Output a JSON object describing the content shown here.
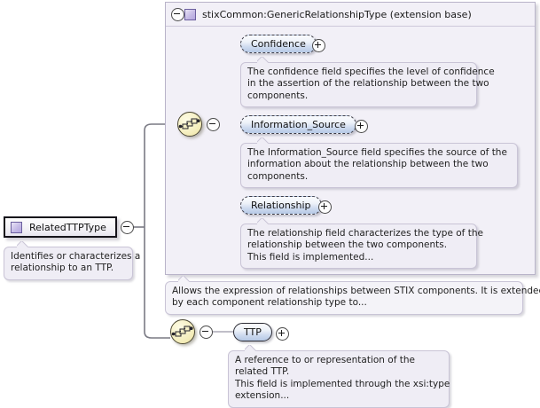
{
  "diagram": {
    "kind": "xsd-schema-diagram",
    "background_color": "#ffffff",
    "accent_color": "#b6c9e6",
    "container_color": "#f2f0f7",
    "doc_bubble_color": "#efedf5"
  },
  "root_type": {
    "name": "RelatedTTPType",
    "icon": "complex-type-square",
    "toggle": "minus",
    "documentation": {
      "lines": [
        "Identifies or characterizes a",
        "relationship to an TTP."
      ]
    }
  },
  "extension_base": {
    "title": "stixCommon:GenericRelationshipType (extension base)",
    "icon": "complex-type-square",
    "toggle": "minus",
    "compositor": "sequence",
    "compositor_toggle": "minus",
    "elements": [
      {
        "name": "Confidence",
        "occurrence": "optional",
        "toggle": "plus",
        "documentation": {
          "lines": [
            "The confidence field specifies the level of confidence",
            "in the assertion of the relationship between the two",
            "components."
          ]
        }
      },
      {
        "name": "Information_Source",
        "occurrence": "optional",
        "toggle": "plus",
        "documentation": {
          "lines": [
            "The Information_Source field specifies the source of the",
            "information about the relationship between the two",
            "components."
          ]
        }
      },
      {
        "name": "Relationship",
        "occurrence": "optional",
        "toggle": "plus",
        "documentation": {
          "lines": [
            "The relationship field characterizes the type of the",
            "relationship between the two components.",
            "This field is implemented..."
          ]
        }
      }
    ],
    "documentation": {
      "lines": [
        "Allows the expression of relationships between STIX components. It is extended",
        "by each component relationship type to..."
      ]
    }
  },
  "extension_content": {
    "compositor": "sequence",
    "compositor_toggle": "minus",
    "elements": [
      {
        "name": "TTP",
        "occurrence": "required",
        "toggle": "plus",
        "documentation": {
          "lines": [
            "A reference to or representation of the",
            "related TTP.",
            "This field is implemented through the xsi:type",
            "extension..."
          ]
        }
      }
    ]
  }
}
